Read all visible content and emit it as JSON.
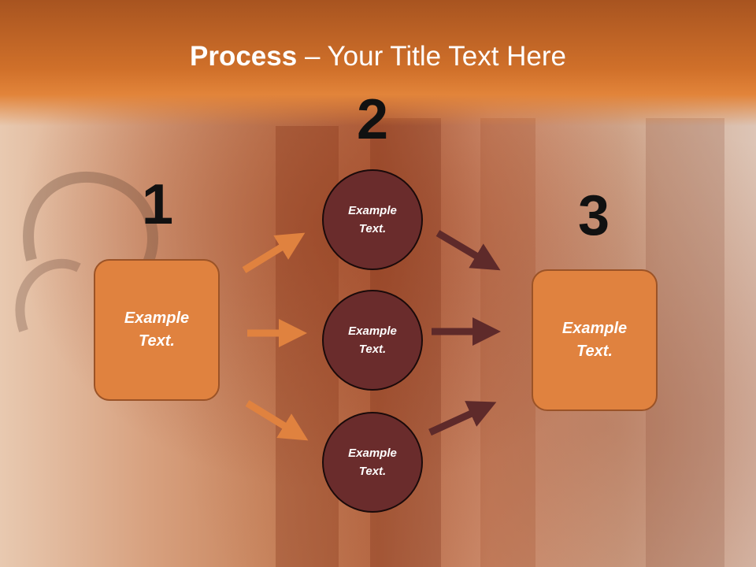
{
  "title": {
    "bold": "Process",
    "rest": " – Your Title Text Here"
  },
  "steps": {
    "one": "1",
    "two": "2",
    "three": "3"
  },
  "box_left": {
    "text": "Example Text."
  },
  "box_right": {
    "text": "Example Text."
  },
  "circles": [
    {
      "text": "Example Text."
    },
    {
      "text": "Example Text."
    },
    {
      "text": "Example Text."
    }
  ],
  "colors": {
    "orange": "#e0823f",
    "maroon": "#6a2c2c",
    "title_bar": "#d0702a"
  }
}
